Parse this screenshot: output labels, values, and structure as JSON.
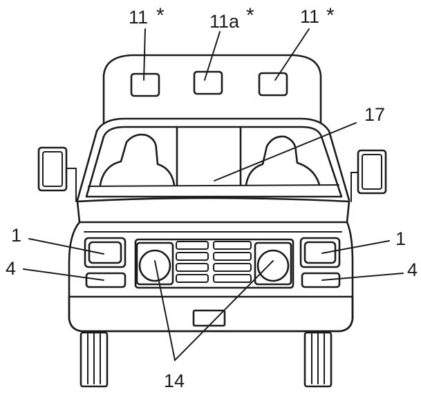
{
  "labels": {
    "roof_light_left": "11",
    "roof_light_center": "11a",
    "roof_light_right": "11",
    "windshield": "17",
    "headlight_left": "1",
    "headlight_right": "1",
    "parking_light_left": "4",
    "parking_light_right": "4",
    "grille_lights": "14"
  },
  "asterisk": "*",
  "colors": {
    "ink": "#1a1a1a",
    "background": "#ffffff"
  }
}
